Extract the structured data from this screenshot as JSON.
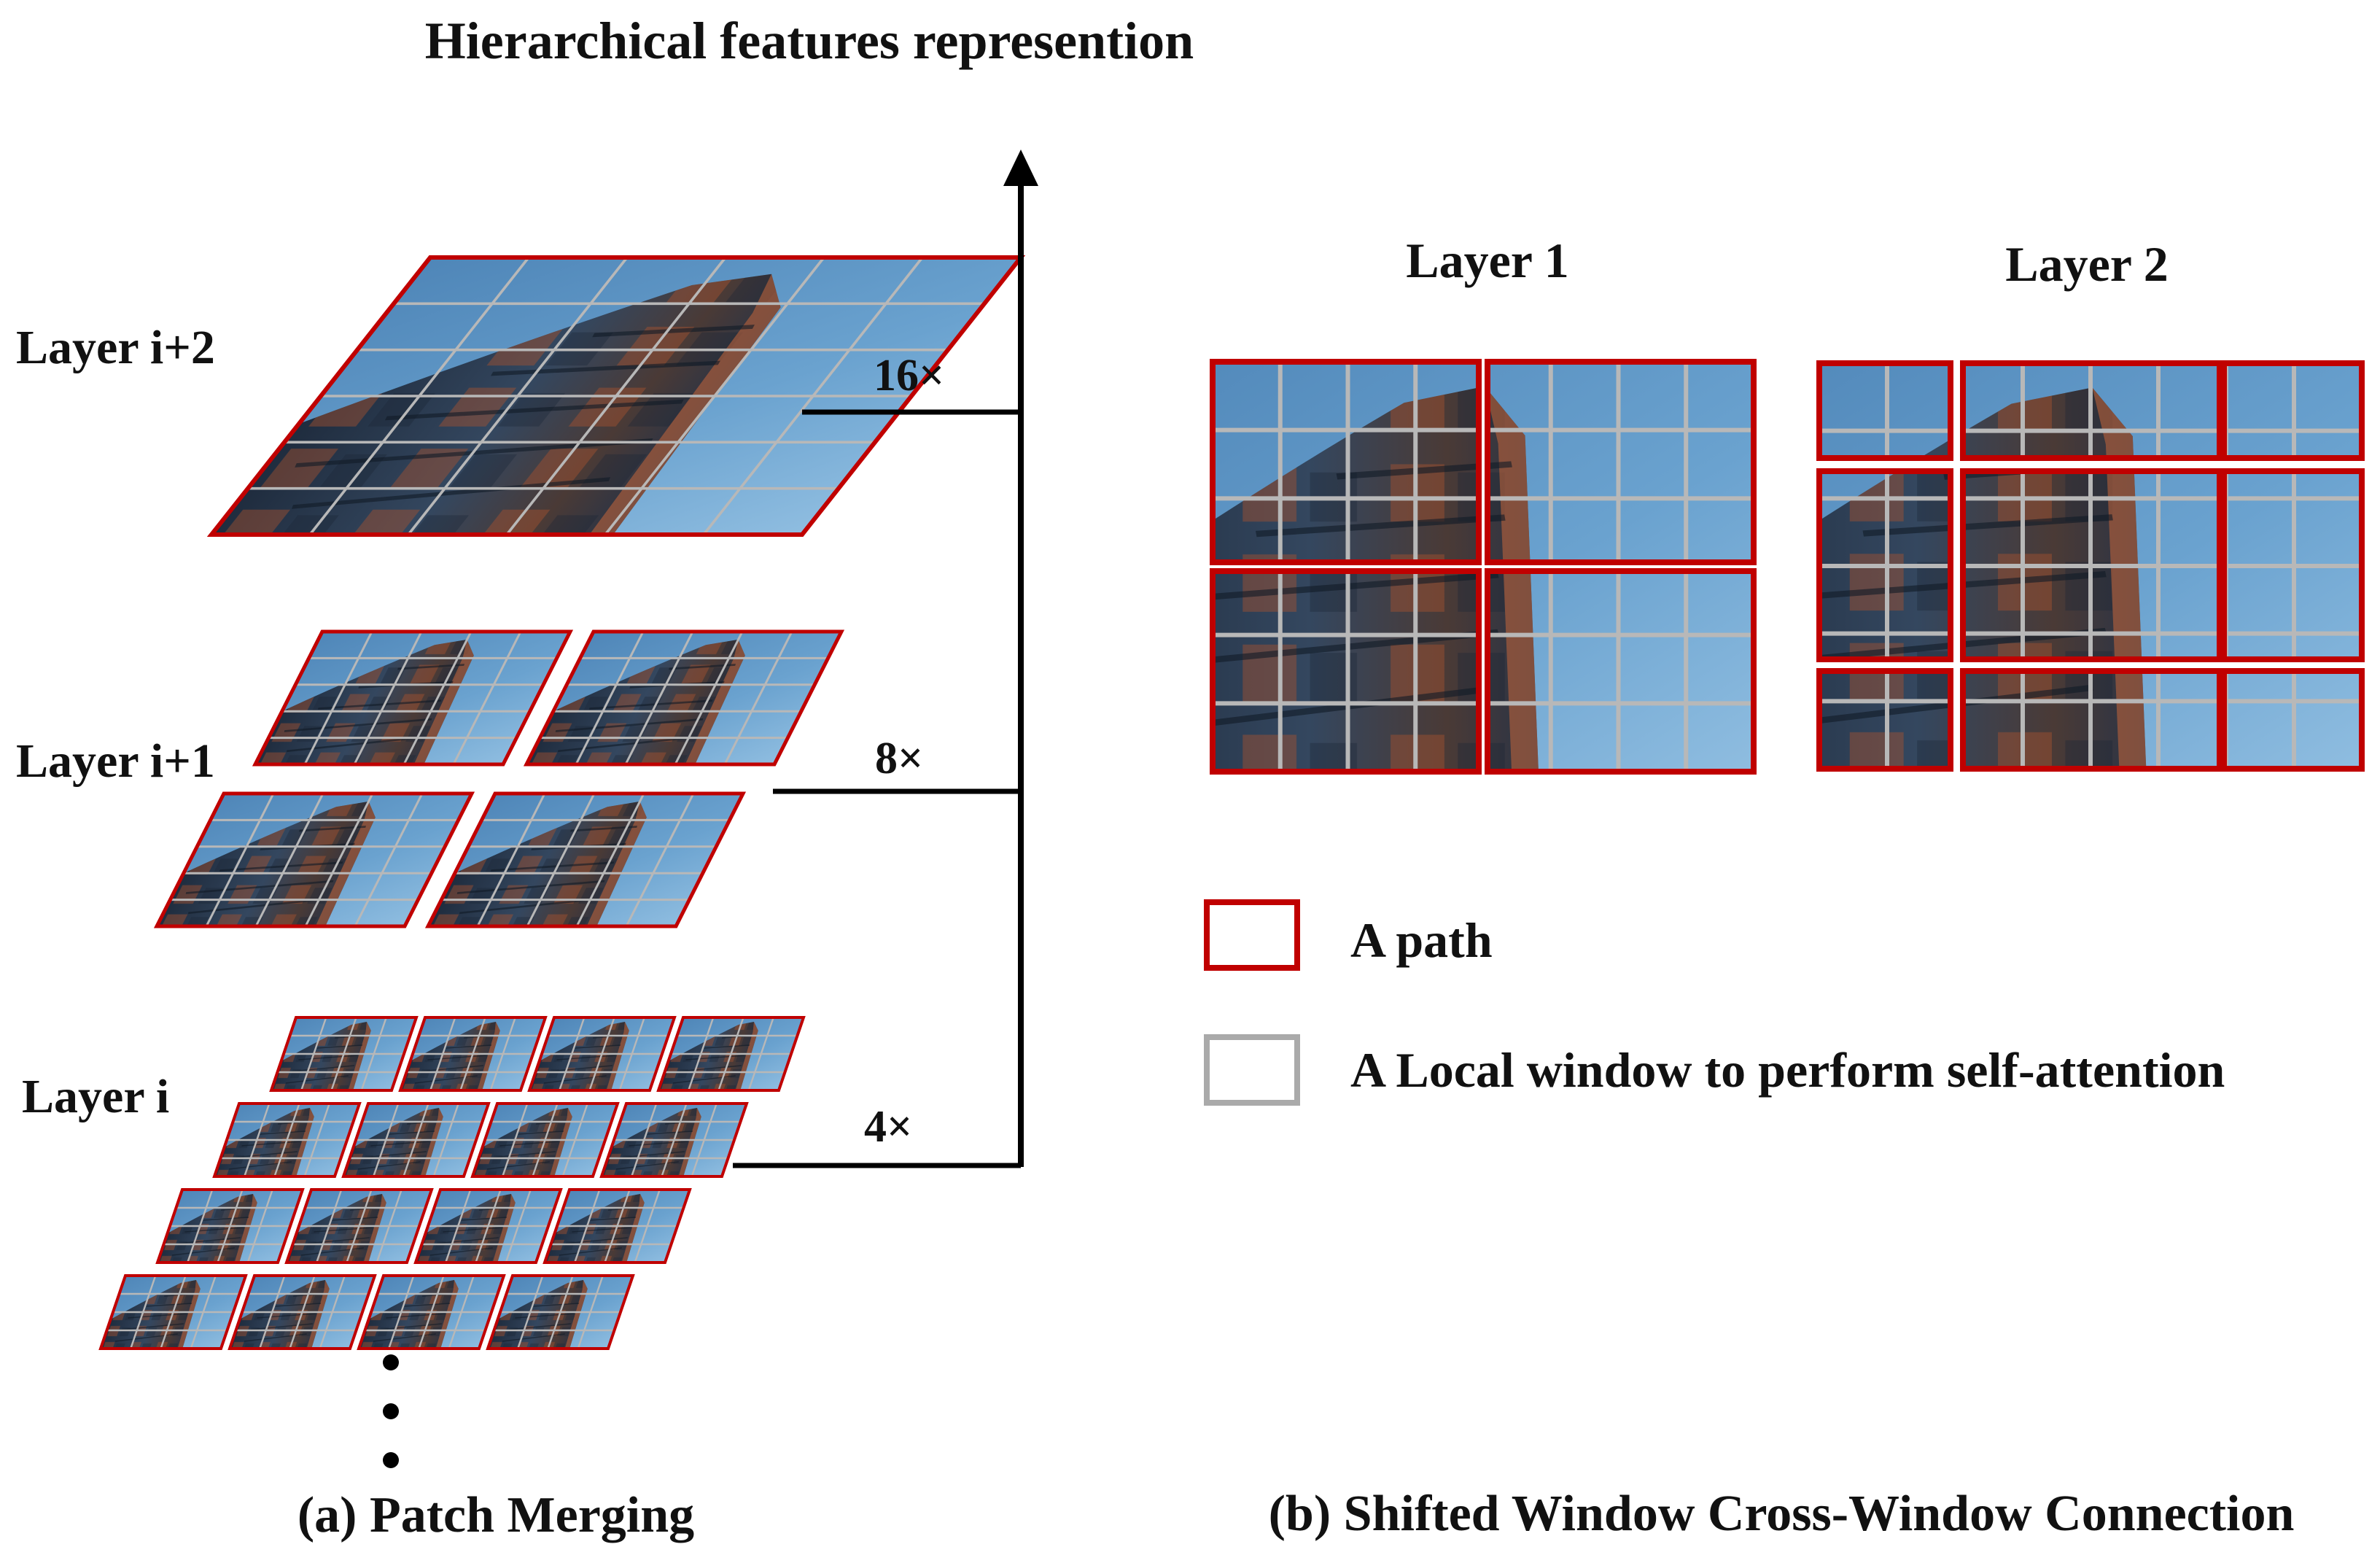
{
  "title": "Hierarchical features represention",
  "panel_a": {
    "layers": [
      {
        "label": "Layer i+2",
        "scale": "16×",
        "patches_per_side": 1,
        "grid": 6
      },
      {
        "label": "Layer i+1",
        "scale": "8×",
        "patches_per_side": 2,
        "grid": 5
      },
      {
        "label": "Layer i",
        "scale": "4×",
        "patches_per_side": 4,
        "grid": 4
      }
    ],
    "caption": "(a) Patch Merging"
  },
  "panel_b": {
    "layer1_label": "Layer 1",
    "layer2_label": "Layer 2",
    "caption": "(b) Shifted Window Cross-Window Connection",
    "legend": [
      {
        "label": "A path",
        "color": "#c00000"
      },
      {
        "label": "A Local window to perform self-attention",
        "color": "#aaaaaa"
      }
    ]
  },
  "colors": {
    "patch_border": "#c00000",
    "window_line": "#b8b8b8",
    "sky": "#5b93c2",
    "building": "#2c3e55",
    "accent": "#b0542c",
    "axis": "#000000"
  }
}
